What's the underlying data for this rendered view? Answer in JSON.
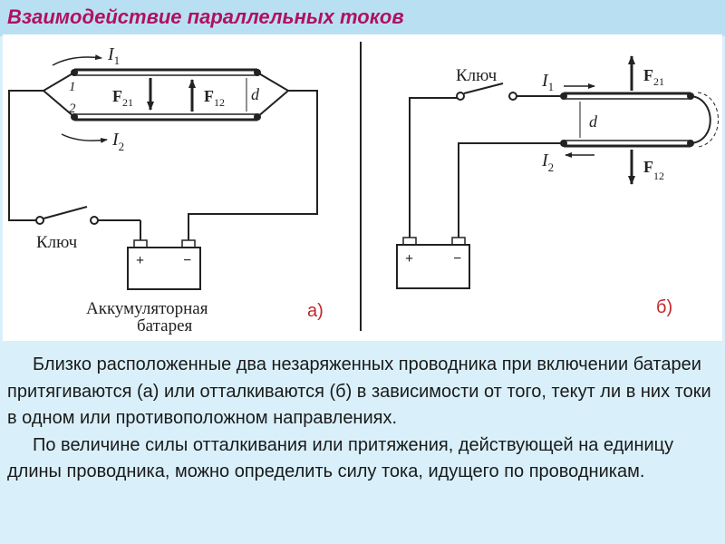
{
  "title": "Взаимодействие параллельных токов",
  "diagram_a": {
    "current_top": "I",
    "current_top_sub": "1",
    "current_bottom": "I",
    "current_bottom_sub": "2",
    "wire_top_num": "1",
    "wire_bottom_num": "2",
    "force_left": "F",
    "force_left_sub": "21",
    "force_right": "F",
    "force_right_sub": "12",
    "distance": "d",
    "switch_label": "Ключ",
    "battery_label_line1": "Аккумуляторная",
    "battery_label_line2": "батарея",
    "battery_plus": "+",
    "battery_minus": "−",
    "panel_label": "а)"
  },
  "diagram_b": {
    "switch_label": "Ключ",
    "current_top": "I",
    "current_top_sub": "1",
    "current_bottom": "I",
    "current_bottom_sub": "2",
    "force_top": "F",
    "force_top_sub": "21",
    "force_bottom": "F",
    "force_bottom_sub": "12",
    "distance": "d",
    "battery_plus": "+",
    "battery_minus": "−",
    "panel_label": "б)"
  },
  "paragraph_1": "Близко расположенные два незаряженных проводника при включении батареи притягиваются (а) или отталкиваются (б) в зависимости от того, текут ли в них токи в одном или противоположном направлениях.",
  "paragraph_2": "По величине силы отталкивания или притяжения, действующей на единицу длины проводника, можно определить силу тока, идущего по проводникам."
}
